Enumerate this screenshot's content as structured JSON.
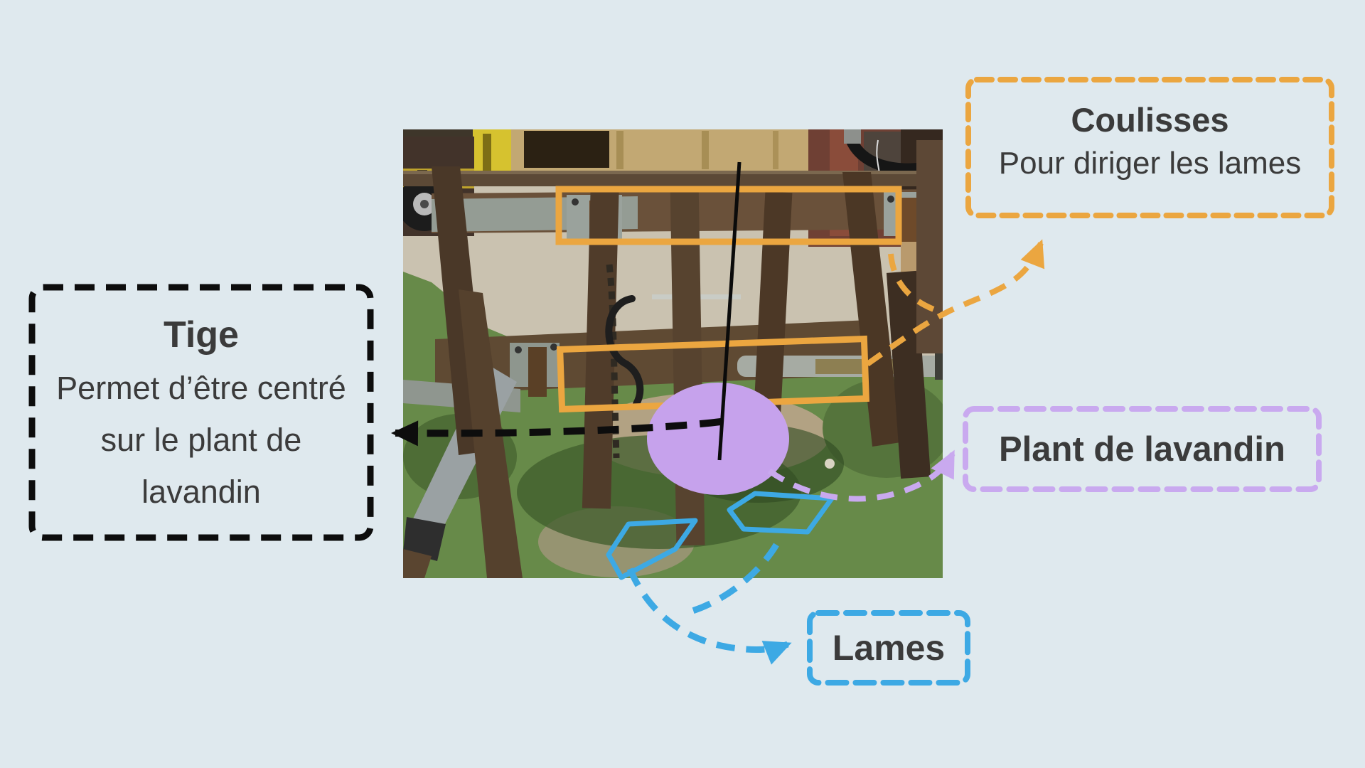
{
  "colors": {
    "background": "#dfe9ee",
    "orange": "#EBA640",
    "purple_border": "#C9A9EF",
    "purple_fill": "#C6A2EC",
    "blue": "#3DA9E4",
    "black": "#0d0d0d",
    "text": "#3b3b3b"
  },
  "callouts": {
    "tige": {
      "title": "Tige",
      "line1": "Permet d’être centré",
      "line2": "sur le plant de",
      "line3": "lavandin"
    },
    "coulisses": {
      "title": "Coulisses",
      "subtitle": "Pour diriger les lames"
    },
    "plant_de_lavandin": {
      "title": "Plant de lavandin"
    },
    "lames": {
      "title": "Lames"
    }
  }
}
